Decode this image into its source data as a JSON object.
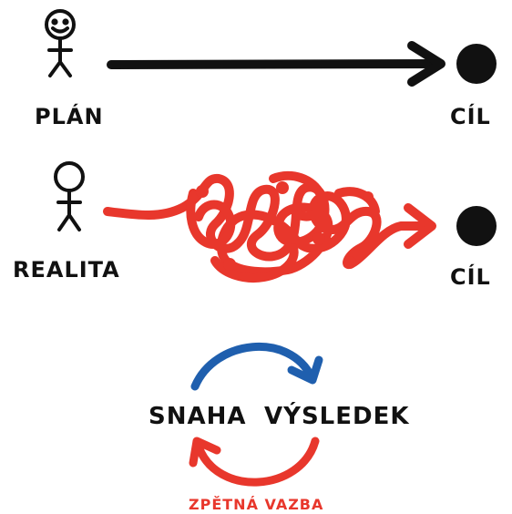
{
  "plan": {
    "label": "PLÁN",
    "goal_label": "CÍL"
  },
  "reality": {
    "label": "REALITA",
    "goal_label": "CÍL"
  },
  "cycle": {
    "left_label": "SNAHA",
    "right_label": "VÝSLEDEK",
    "feedback_label": "ZPĚTNÁ VAZBA"
  },
  "colors": {
    "ink": "#111111",
    "red": "#e8372c",
    "blue": "#1f5fae"
  }
}
